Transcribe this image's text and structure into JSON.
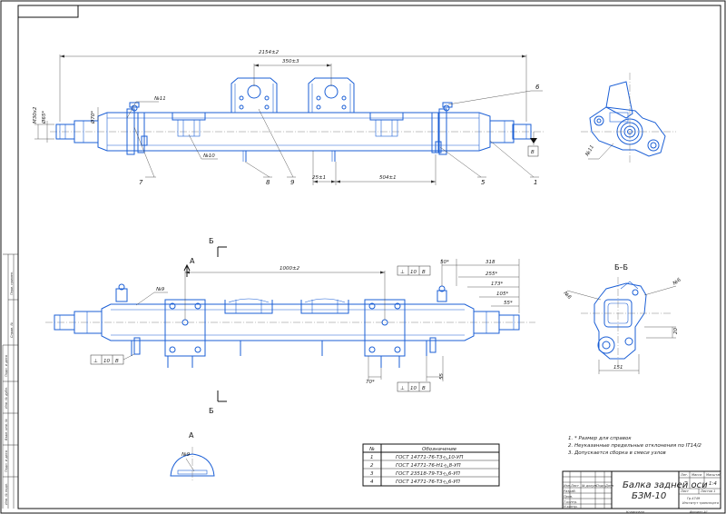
{
  "title_block": {
    "name_line1": "Балка задней оси",
    "name_line2": "БЗМ-10",
    "letter_header": "Лит.",
    "mass_header": "Масса",
    "scale_header": "Масштаб",
    "scale_value": "1:4",
    "sheet_label": "Лист",
    "sheets_label": "Листов 1",
    "org_line1": "Гр.4749",
    "org_line2": "Институт транспорта",
    "copied": "Копировал",
    "format": "Формат  А1",
    "row_headers": [
      "Изм.",
      "Лист",
      "№ докум.",
      "Подп.",
      "Дата"
    ],
    "role_labels": [
      "Разраб.",
      "Пров.",
      "Т.контр.",
      "Н.контр.",
      "Утв."
    ]
  },
  "notes": [
    "1. * Размер для справок",
    "2. Неуказанные предельные отклонения по IT14/2",
    "3. Допускается сборка в смеси узлов"
  ],
  "parts_table": {
    "headers": [
      "№",
      "Обозначение"
    ],
    "rows": [
      [
        "1",
        "ГОСТ 14771-76-Т3-◺10-УП"
      ],
      [
        "2",
        "ГОСТ 14771-76-Н1-◺8-УП"
      ],
      [
        "3",
        "ГОСТ 23518-79-Т3-◺6-УП"
      ],
      [
        "4",
        "ГОСТ 14771-76-Т3-◺6-УП"
      ]
    ]
  },
  "views": {
    "section_bb": "Б–Б",
    "view_a": "А",
    "cut_top": "Б",
    "cut_bottom": "Б",
    "arrow_a": "А"
  },
  "top_view": {
    "dim_total": "2154±2",
    "dim_center": "350±3",
    "dim_25": "25±1",
    "dim_504": "504±1",
    "dim_m30": "М30х2",
    "dim_d65": "Ø65*",
    "dim_d70": "Ø70*",
    "weld_1": "№11",
    "weld_2": "№10",
    "datum": "В",
    "callouts": [
      "1",
      "5",
      "6",
      "7",
      "8",
      "9"
    ]
  },
  "bottom_view": {
    "dim_1000": "1000±2",
    "dim_318": "318",
    "dim_255": "255*",
    "dim_173": "173*",
    "dim_105": "105*",
    "dim_55a": "55*",
    "dim_50": "50*",
    "dim_70": "70*",
    "dim_55": "55",
    "weld_3": "№9",
    "tol_frames": [
      [
        "⊥",
        "10",
        "В"
      ],
      [
        "⊥",
        "10",
        "В"
      ],
      [
        "⊥",
        "10",
        "В"
      ]
    ]
  },
  "section_view": {
    "weld_left": "№6",
    "weld_right": "№6",
    "dim_151": "151",
    "dim_20": "20"
  },
  "side_view": {
    "weld": "№11"
  },
  "detail_a": {
    "weld": "№9"
  },
  "left_margin": {
    "labels": [
      "Перв. примен.",
      "Справ. №",
      "Подп. и дата",
      "Инв. № дубл.",
      "Взам. инв. №",
      "Подп. и дата",
      "Инв. № подл."
    ]
  }
}
